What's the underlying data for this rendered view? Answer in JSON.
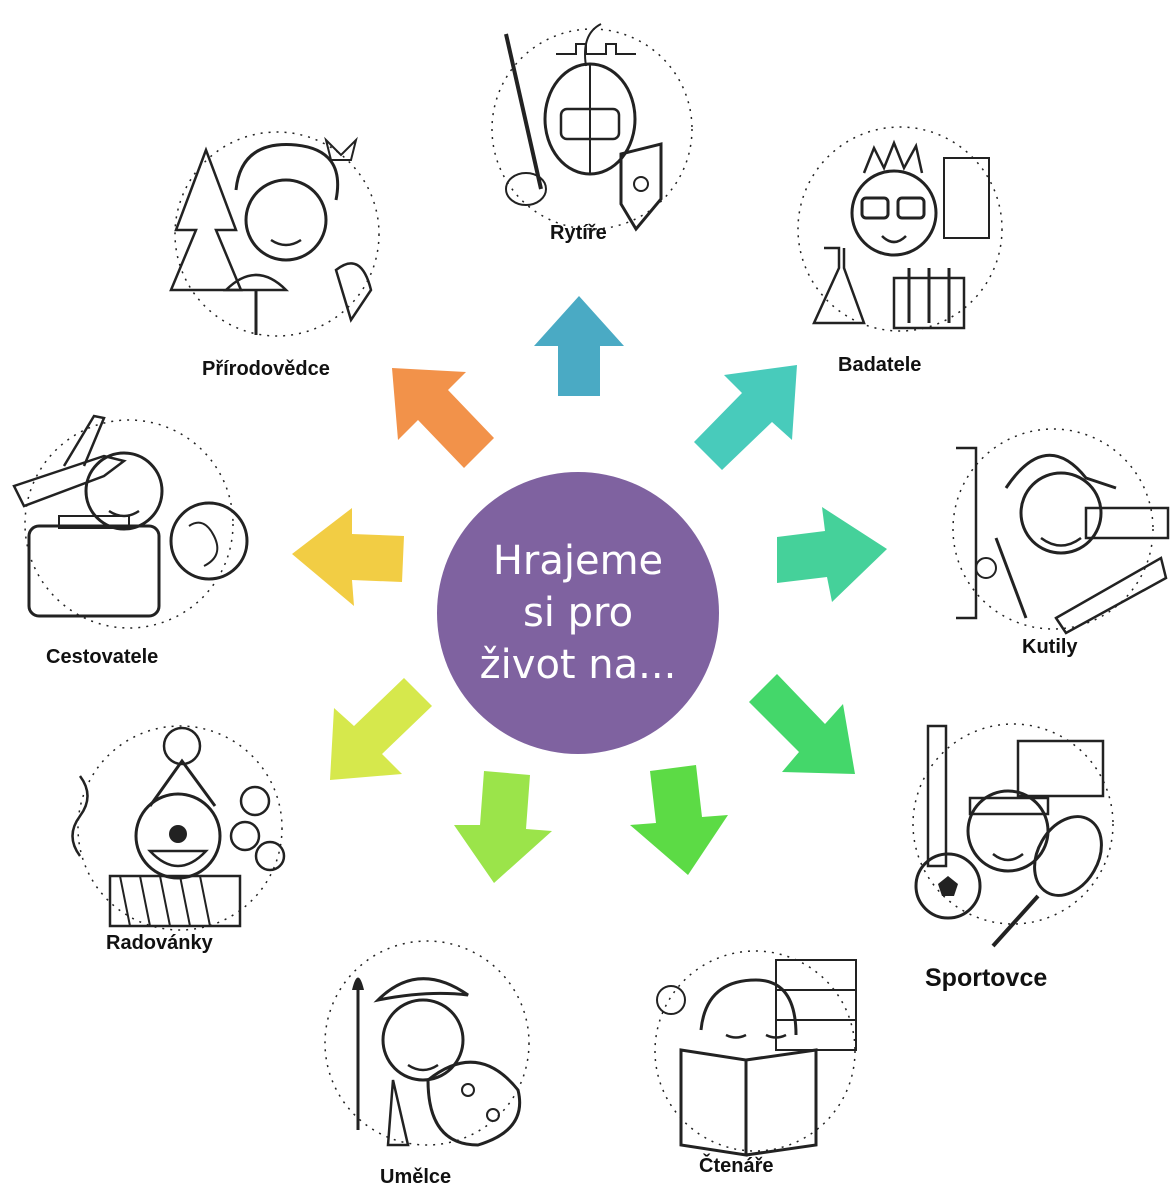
{
  "center": {
    "lines": [
      "Hrajeme",
      "si pro",
      "život na..."
    ],
    "color": "#7f62a0"
  },
  "nodes": [
    {
      "label": "Rytíře",
      "arrow_color": "#4aaac4",
      "icon": "knight-drawing-icon"
    },
    {
      "label": "Badatele",
      "arrow_color": "#48cbbb",
      "icon": "scientist-drawing-icon"
    },
    {
      "label": "Kutily",
      "arrow_color": "#45d19a",
      "icon": "handyman-drawing-icon"
    },
    {
      "label": "Sportovce",
      "arrow_color": "#44d76a",
      "icon": "athlete-drawing-icon"
    },
    {
      "label": "Čtenáře",
      "arrow_color": "#5cdb45",
      "icon": "reader-drawing-icon"
    },
    {
      "label": "Umělce",
      "arrow_color": "#9be44a",
      "icon": "painter-drawing-icon"
    },
    {
      "label": "Radovánky",
      "arrow_color": "#d6e84c",
      "icon": "clown-drawing-icon"
    },
    {
      "label": "Cestovatele",
      "arrow_color": "#f2cd44",
      "icon": "traveler-drawing-icon"
    },
    {
      "label": "Přírodovědce",
      "arrow_color": "#f2924a",
      "icon": "naturalist-drawing-icon"
    }
  ]
}
